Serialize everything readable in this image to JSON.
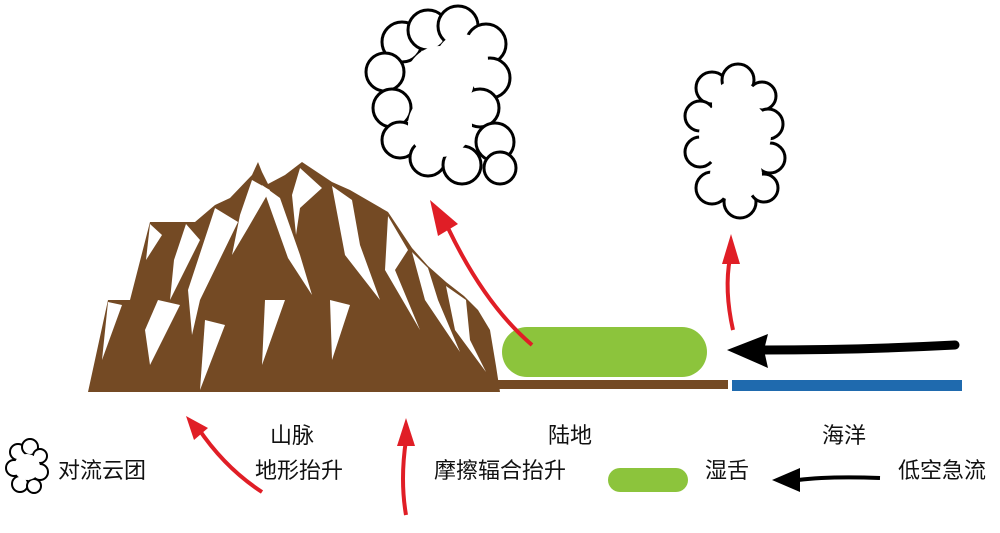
{
  "labels": {
    "mountain": "山脉",
    "land": "陆地",
    "ocean": "海洋"
  },
  "legend": {
    "cloud": "对流云团",
    "terrain_lift": "地形抬升",
    "friction_lift": "摩擦辐合抬升",
    "moist_tongue": "湿舌",
    "low_level_jet": "低空急流"
  },
  "colors": {
    "mountain": "#744a24",
    "land": "#744a24",
    "ocean": "#1f6aae",
    "moist_tongue": "#8cc43c",
    "lift_arrow": "#e01e26",
    "jet_arrow": "#000000",
    "cloud_outline": "#000000"
  }
}
